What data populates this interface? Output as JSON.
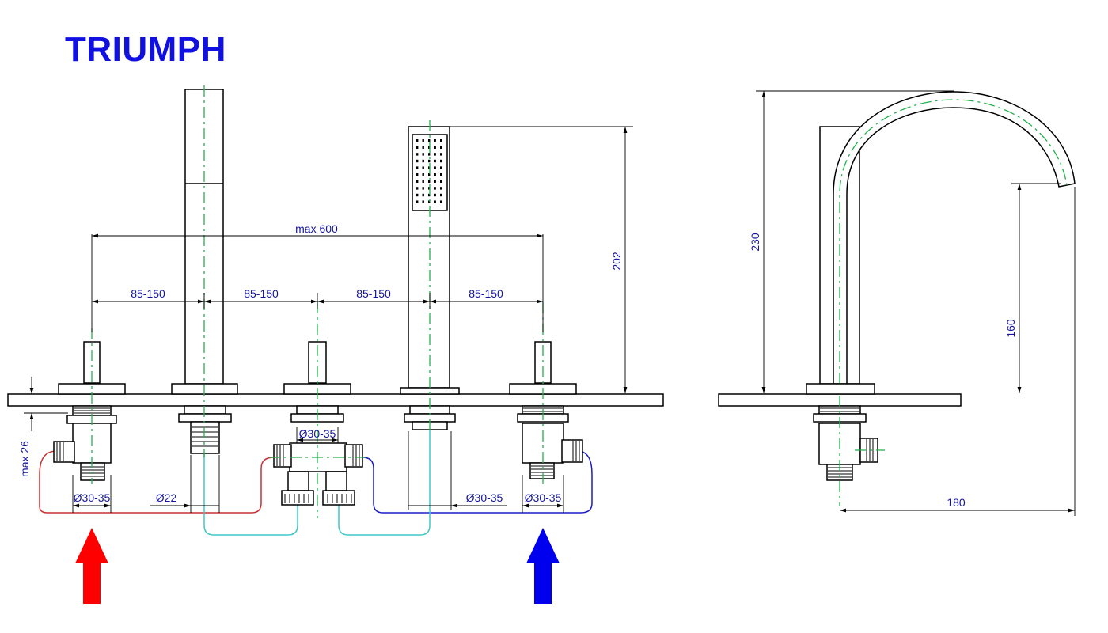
{
  "title": "TRIUMPH",
  "dimensions": {
    "overall_spacing": "max 600",
    "spacing_1": "85-150",
    "spacing_2": "85-150",
    "spacing_3": "85-150",
    "spacing_4": "85-150",
    "shower_height": "202",
    "max_deck": "max 26",
    "dia_left": "Ø30-35",
    "dia_22": "Ø22",
    "dia_center": "Ø30-35",
    "dia_shower": "Ø30-35",
    "dia_right": "Ø30-35",
    "spout_height": "230",
    "spout_outlet_height": "160",
    "spout_reach": "180"
  },
  "colors": {
    "title": "#1010e0",
    "hot_supply": "#ff0000",
    "cold_supply": "#0000ee",
    "mixed_hose": "#3fc8c8",
    "centerline": "#22b14c",
    "dimension_text": "#1414a0"
  },
  "icons": {
    "hot_arrow": "red-up-arrow",
    "cold_arrow": "blue-up-arrow"
  }
}
